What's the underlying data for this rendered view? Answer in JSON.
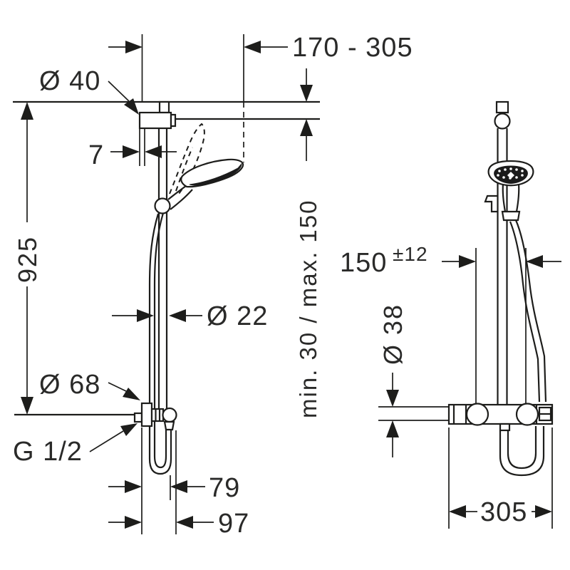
{
  "colors": {
    "background": "#ffffff",
    "line": "#1d1d1b",
    "text": "#2a2a29",
    "spray_face": "#1b1b1b"
  },
  "labels": {
    "reach": "170 - 305",
    "pin_diameter": "Ø 40",
    "bracket_offset": "7",
    "bar_height": "925",
    "rail_diameter": "Ø 22",
    "top_clearance": "min. 30 / max. 150",
    "escutcheon_diameter": "Ø 68",
    "thread_size": "G 1/2",
    "hose_loop_depth": "79",
    "valve_depth": "97",
    "connection_spacing": "150",
    "connection_tolerance": "±12",
    "valve_body_diameter": "Ø 38",
    "valve_width": "305"
  }
}
